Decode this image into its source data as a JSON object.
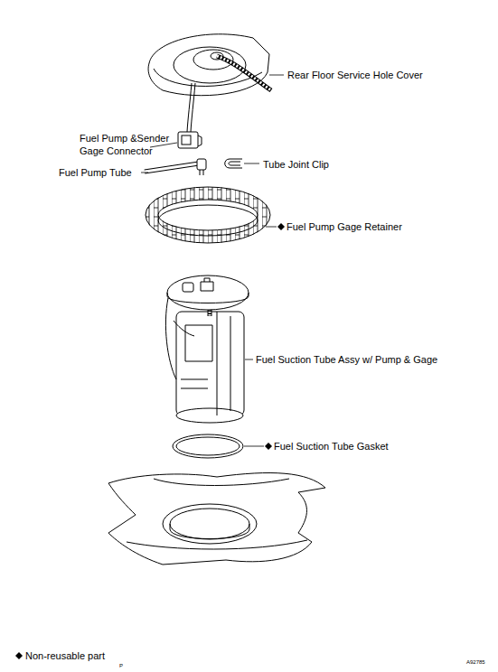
{
  "diagram": {
    "labels": [
      "Rear Floor Service Hole Cover",
      "Fuel Pump &Sender Gage Connector",
      "Fuel Pump Tube",
      "Tube Joint Clip",
      "Fuel Pump Gage Retainer",
      "Fuel Suction Tube Assy w/ Pump & Gage",
      "Fuel Suction Tube Gasket",
      "A92785",
      "P"
    ],
    "legend": [
      {
        "text": "Non-reusable part"
      }
    ]
  }
}
